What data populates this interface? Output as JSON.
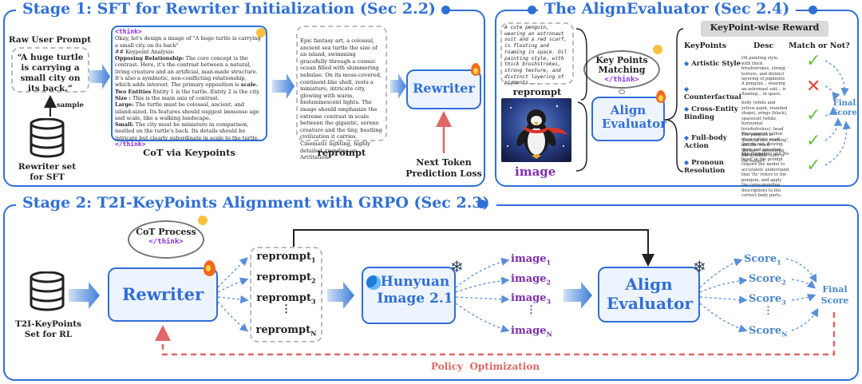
{
  "stage1": {
    "title": "Stage 1: SFT for Rewriter Initialization (Sec 2.2)",
    "raw_prompt_label": "Raw User Prompt",
    "raw_prompt_text": "“A huge turtle is carrying a small city on its back.”",
    "sample_label": "sample",
    "rewriter_set_label": "Rewriter set for  SFT",
    "cot_think_open": "<think>",
    "cot_think_close": "</think>",
    "cot_lines": [
      {
        "t": "Okay, let's design a image of \"A huge turtle is carrying a small city on its back\""
      },
      {
        "t": "## Keypoint Analysis:"
      },
      {
        "b": "Opposing Relationship:",
        "t": " The core concept is the contrast. Here, it's the contrast between a natural, living creature and an artificial, man-made structure. It's also a symbiotic, non-conflicting relationship, which adds interest. The primary opposition is "
      },
      {
        "b": "Two Entities",
        "t": " Entity 1 is the turtle. Entity 2 is the city."
      },
      {
        "b": "Size :",
        "t": " This is the main axis of contrast."
      },
      {
        "b": "Large:",
        "t": " The turtle must be colossal, ancient, and island-sized. Its features should suggest immense age and scale, like a walking landscape."
      },
      {
        "b": "Small:",
        "t": " The city must be miniature in comparison, nestled on the turtle's back. Its details should be intricate but clearly subordinate in scale to the turtle."
      }
    ],
    "cot_scale_word": "scale.",
    "cot_caption": "CoT via Keypoints",
    "reprompt_text": "Epic fantasy art, a colossal, ancient sea turtle the size of an island, swimming gracefully through a cosmic ocean filled with shimmering nebulae. On its moss-covered, continent-like shell, rests a miniature, intricate city, glowing with warm, bioluminescent lights. The image should emphasize the extreme contrast in scale between the gigantic, serene creature and the tiny, bustling civilization it carries. Cinematic lighting, highly detailed, trending on ArtStation.",
    "reprompt_caption": "reprompt",
    "rewriter_label": "Rewriter",
    "loss_label": "Next Token Prediction Loss"
  },
  "align": {
    "title": "The AlignEvaluator (Sec 2.4)",
    "reprompt_text": "A cute penguin, wearing an astronaut suit and a red scarf, is floating and roaming in space. Oil painting style, with thick brushstrokes, strong texture, and distinct layering of pigments....",
    "reprompt_caption": "reprompt",
    "image_caption": "image",
    "cloud_label": "Key Points Matching",
    "cloud_think": "</think>",
    "evaluator_label": "Align Evaluator",
    "table_title": "KeyPoint-wise Reward",
    "col_keypoints": "KeyPoints",
    "col_desc": "Desc",
    "col_match": "Match or Not?",
    "final_score": "Final Score",
    "rows": [
      {
        "name": "Artistic Style",
        "desc": "Oil painting style, with thick brushstrokes, strong texture, and distinct layering of pigments",
        "match": true
      },
      {
        "name": "Counterfactual",
        "desc": "A penguin... wearing an astronaut suit... is floating... in space.",
        "match": false
      },
      {
        "name": "Cross-Entity Binding",
        "desc": "body (white and yellow paint, rounded shape), wings (black), spacesuit (white, horizontal brushstrokes), head (transparent yellow glass cabin), scarf (bright red, flowing, thick and splashed paint effect)",
        "match": true
      },
      {
        "name": "Full-body Action",
        "desc": "The penguin is 'floating and roaming', and the word 'flutters', describing the dynamic state of the subject.",
        "match": true
      },
      {
        "name": "Pronoun Resolution",
        "desc": "The 'Its wings' and 'Its head' in the prompt require the model to accurately understand that 'Its' refers to the penguin, and apply the corresponding descriptions to the correct body parts.",
        "match": true
      }
    ]
  },
  "stage2": {
    "title": "Stage 2: T2I-KeyPoints Alignment with GRPO (Sec 2.3)",
    "set_label": "T2I-KeyPoints Set for RL",
    "cot_cloud": "CoT Process",
    "cot_think": "</think>",
    "rewriter_label": "Rewriter",
    "reprompts": [
      "reprompt",
      "reprompt",
      "reprompt",
      "reprompt"
    ],
    "reprompt_subs": [
      "1",
      "2",
      "3",
      "N"
    ],
    "hunyuan_label": "Hunyuan Image 2.1",
    "images": [
      "image",
      "image",
      "image",
      "image"
    ],
    "image_subs": [
      "1",
      "2",
      "3",
      "N"
    ],
    "evaluator_label": "Align Evaluator",
    "scores": [
      "Score",
      "Score",
      "Score",
      "Score"
    ],
    "score_subs": [
      "1",
      "2",
      "3",
      "N"
    ],
    "final_score": "Final Score",
    "policy_label": "Policy  Optimization"
  },
  "colors": {
    "accent_blue": "#2f6fd6",
    "purple": "#7d2ca8",
    "policy_red": "#e06666",
    "check_green": "#6cbf4a",
    "cross_red": "#e0473c"
  }
}
